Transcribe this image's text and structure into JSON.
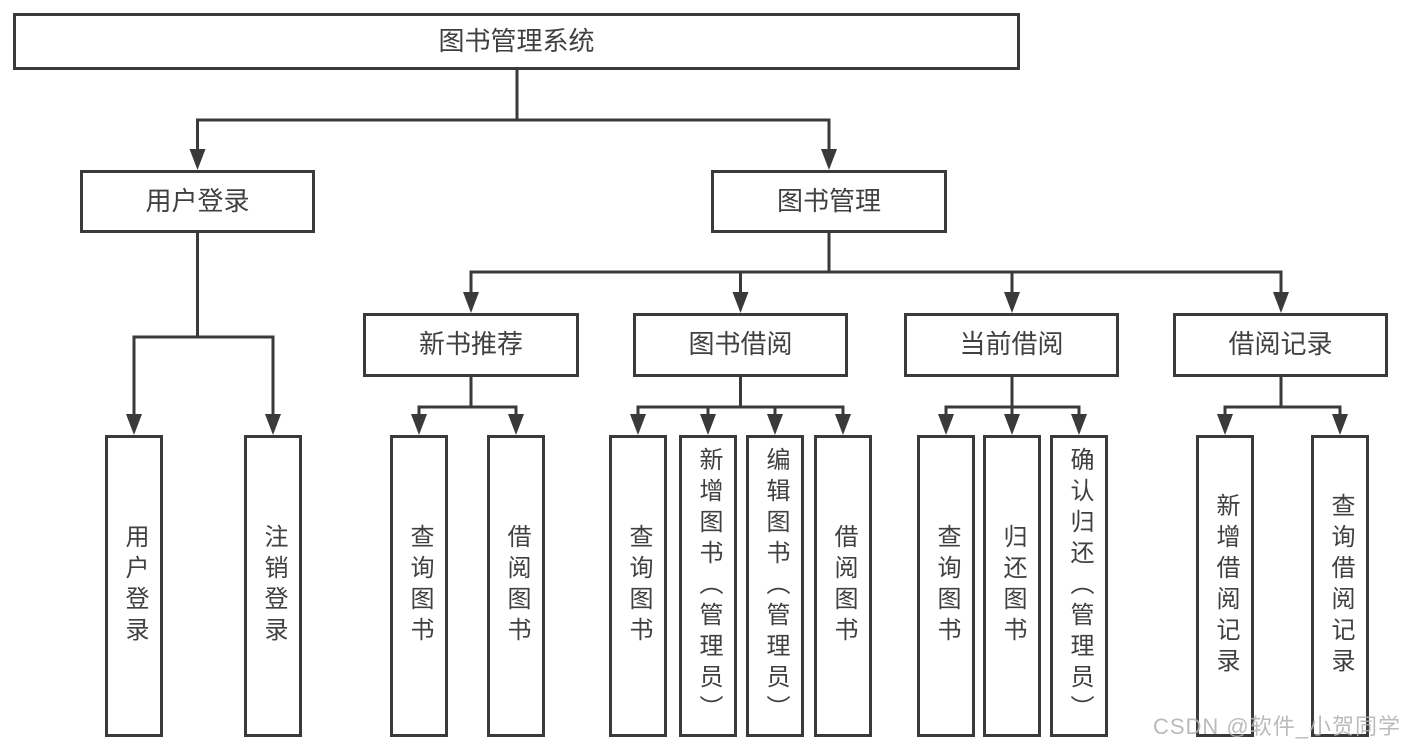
{
  "tree": {
    "root": {
      "label": "图书管理系统"
    },
    "branches": [
      {
        "label": "用户登录",
        "children": [
          {
            "label": "用户登录"
          },
          {
            "label": "注销登录"
          }
        ]
      },
      {
        "label": "图书管理",
        "children": [
          {
            "label": "新书推荐",
            "children": [
              {
                "label": "查询图书"
              },
              {
                "label": "借阅图书"
              }
            ]
          },
          {
            "label": "图书借阅",
            "children": [
              {
                "label": "查询图书"
              },
              {
                "label": "新增图书（管理员）"
              },
              {
                "label": "编辑图书（管理员）"
              },
              {
                "label": "借阅图书"
              }
            ]
          },
          {
            "label": "当前借阅",
            "children": [
              {
                "label": "查询图书"
              },
              {
                "label": "归还图书"
              },
              {
                "label": "确认归还（管理员）"
              }
            ]
          },
          {
            "label": "借阅记录",
            "children": [
              {
                "label": "新增借阅记录"
              },
              {
                "label": "查询借阅记录"
              }
            ]
          }
        ]
      }
    ]
  },
  "watermark": {
    "text": "CSDN @软件_小贺同学"
  },
  "colors": {
    "line": "#3a3a3a",
    "text": "#404040",
    "box_background": "#ffffff",
    "watermark": "#b2b2b2"
  }
}
